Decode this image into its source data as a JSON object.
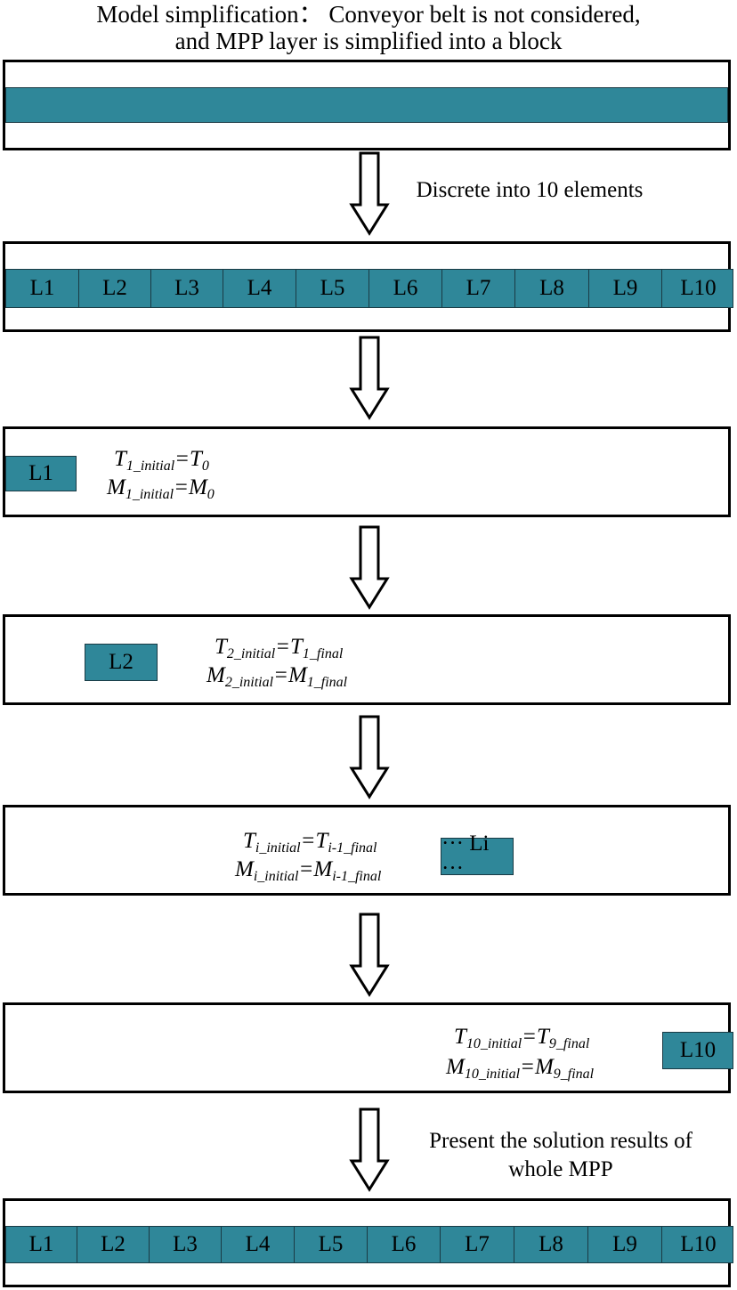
{
  "header": {
    "line1": "Model simplification： Conveyor belt is not considered,",
    "line2": "and MPP layer is simplified into a block"
  },
  "step1": {
    "label": "Discrete into 10 elements"
  },
  "elements": [
    "L1",
    "L2",
    "L3",
    "L4",
    "L5",
    "L6",
    "L7",
    "L8",
    "L9",
    "L10"
  ],
  "stage1": {
    "element": "L1",
    "eq1": {
      "lhs": "T",
      "lhs_sub": "1_initial",
      "rhs": "T",
      "rhs_sub": "0"
    },
    "eq2": {
      "lhs": "M",
      "lhs_sub": "1_initial",
      "rhs": "M",
      "rhs_sub": "0"
    }
  },
  "stage2": {
    "element": "L2",
    "eq1": {
      "lhs": "T",
      "lhs_sub": "2_initial",
      "rhs": "T",
      "rhs_sub": "1_final"
    },
    "eq2": {
      "lhs": "M",
      "lhs_sub": "2_initial",
      "rhs": "M",
      "rhs_sub": "1_final"
    }
  },
  "stage3": {
    "element": "··· Li ···",
    "eq1": {
      "lhs": "T",
      "lhs_sub": "i_initial",
      "rhs": "T",
      "rhs_sub": "i-1_final"
    },
    "eq2": {
      "lhs": "M",
      "lhs_sub": "i_initial",
      "rhs": "M",
      "rhs_sub": "i-1_final"
    }
  },
  "stage4": {
    "element": "L10",
    "eq1": {
      "lhs": "T",
      "lhs_sub": "10_initial",
      "rhs": "T",
      "rhs_sub": "9_final"
    },
    "eq2": {
      "lhs": "M",
      "lhs_sub": "10_initial",
      "rhs": "M",
      "rhs_sub": "9_final"
    }
  },
  "final": {
    "line1": "Present the solution results of",
    "line2": "whole MPP"
  },
  "colors": {
    "block": "#2f8799",
    "outline": "#000000"
  }
}
